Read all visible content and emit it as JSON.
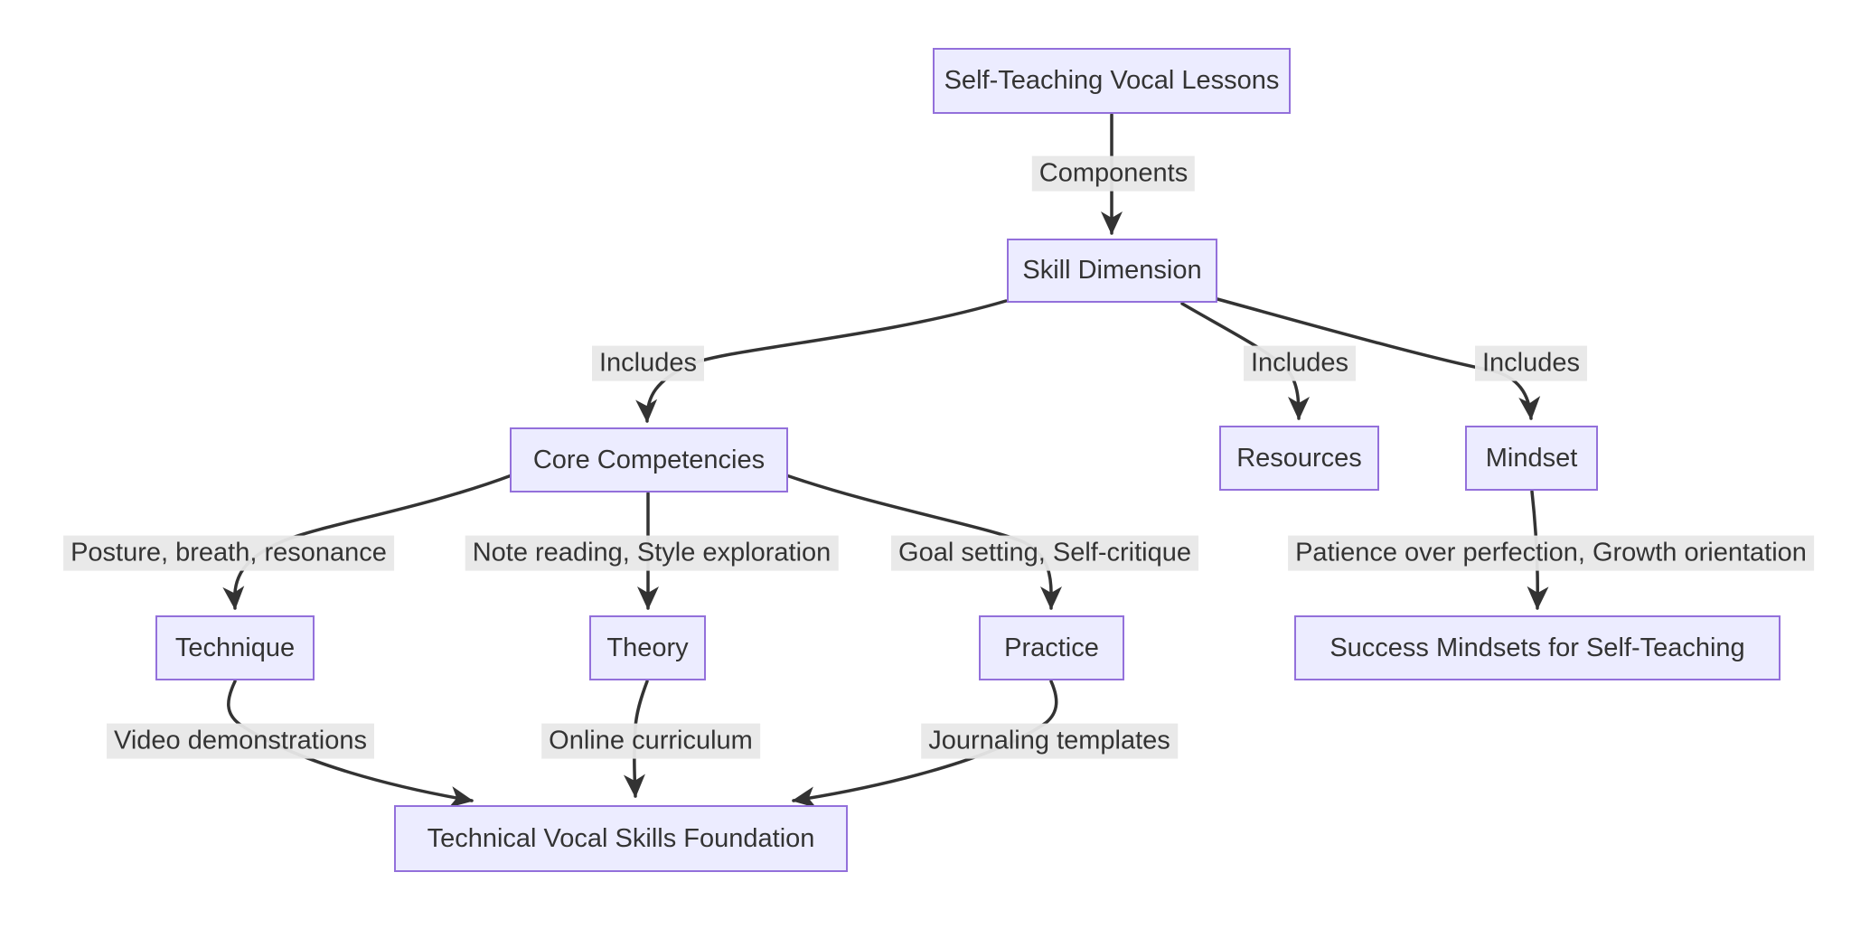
{
  "diagram": {
    "title_node": "Self-Teaching Vocal Lessons",
    "colors": {
      "node_fill": "#ECECFF",
      "node_border": "#9370DB",
      "edge_line": "#333333",
      "edge_label_bg": "#e8e8e8",
      "text": "#333333",
      "background": "#ffffff"
    },
    "nodes": {
      "root": {
        "label": "Self-Teaching Vocal Lessons"
      },
      "skill": {
        "label": "Skill Dimension"
      },
      "core": {
        "label": "Core Competencies"
      },
      "resources": {
        "label": "Resources"
      },
      "mindset": {
        "label": "Mindset"
      },
      "technique": {
        "label": "Technique"
      },
      "theory": {
        "label": "Theory"
      },
      "practice": {
        "label": "Practice"
      },
      "success": {
        "label": "Success Mindsets for Self-Teaching"
      },
      "foundation": {
        "label": "Technical Vocal Skills Foundation"
      }
    },
    "edge_labels": {
      "components": {
        "text": "Components"
      },
      "includes_core": {
        "text": "Includes"
      },
      "includes_resources": {
        "text": "Includes"
      },
      "includes_mindset": {
        "text": "Includes"
      },
      "core_technique": {
        "text": "Posture, breath, resonance"
      },
      "core_theory": {
        "text": "Note reading, Style exploration"
      },
      "core_practice": {
        "text": "Goal setting, Self-critique"
      },
      "mindset_success": {
        "text": "Patience over perfection, Growth orientation"
      },
      "technique_foundation": {
        "text": "Video demonstrations"
      },
      "theory_foundation": {
        "text": "Online curriculum"
      },
      "practice_foundation": {
        "text": "Journaling templates"
      }
    },
    "edges": [
      {
        "from": "Self-Teaching Vocal Lessons",
        "label": "Components",
        "to": "Skill Dimension"
      },
      {
        "from": "Skill Dimension",
        "label": "Includes",
        "to": "Core Competencies"
      },
      {
        "from": "Skill Dimension",
        "label": "Includes",
        "to": "Resources"
      },
      {
        "from": "Skill Dimension",
        "label": "Includes",
        "to": "Mindset"
      },
      {
        "from": "Core Competencies",
        "label": "Posture, breath, resonance",
        "to": "Technique"
      },
      {
        "from": "Core Competencies",
        "label": "Note reading, Style exploration",
        "to": "Theory"
      },
      {
        "from": "Core Competencies",
        "label": "Goal setting, Self-critique",
        "to": "Practice"
      },
      {
        "from": "Mindset",
        "label": "Patience over perfection, Growth orientation",
        "to": "Success Mindsets for Self-Teaching"
      },
      {
        "from": "Technique",
        "label": "Video demonstrations",
        "to": "Technical Vocal Skills Foundation"
      },
      {
        "from": "Theory",
        "label": "Online curriculum",
        "to": "Technical Vocal Skills Foundation"
      },
      {
        "from": "Practice",
        "label": "Journaling templates",
        "to": "Technical Vocal Skills Foundation"
      }
    ]
  }
}
